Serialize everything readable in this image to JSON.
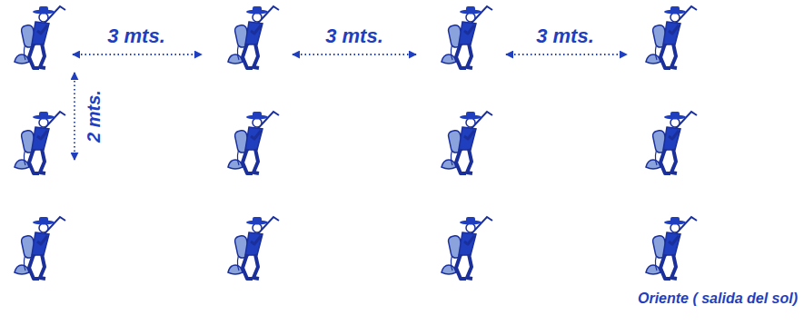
{
  "diagram": {
    "labels": [
      "3 mts.",
      "2 mts.",
      "3 mts.",
      "3 mts.",
      "Oriente ( salida del sol)"
    ]
  }
}
